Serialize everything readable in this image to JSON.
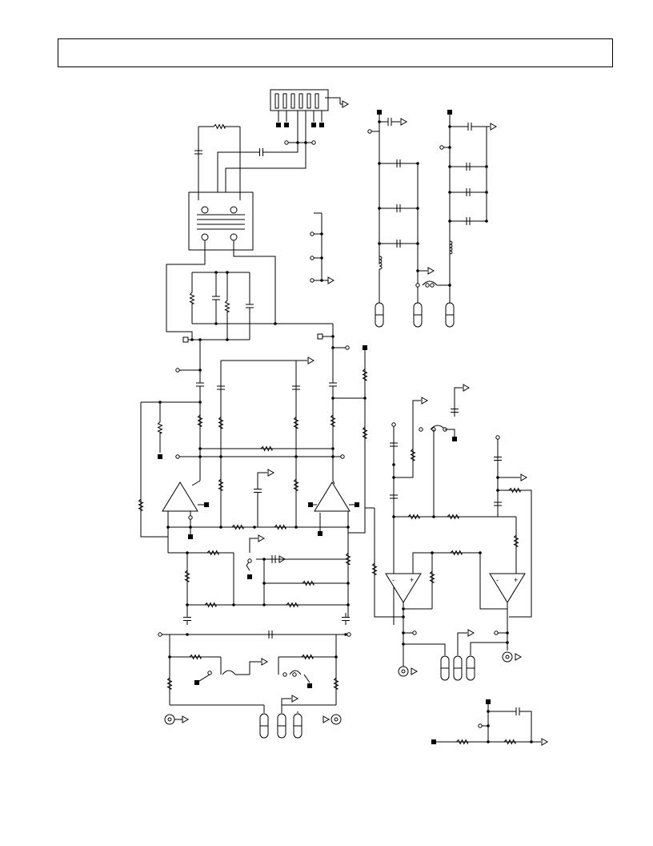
{
  "page": {
    "title": "",
    "background": "#ffffff",
    "ink": "#000000"
  },
  "schematic": {
    "type": "electrical-circuit-schematic",
    "sections": [
      "transformer-coupled-input",
      "dual-op-amp-stage",
      "op-amp-output-stage",
      "power-supply-decoupling",
      "bias-network"
    ],
    "amplifiers": [
      {
        "id": "op-amp-left",
        "pins": [
          "",
          ""
        ]
      },
      {
        "id": "op-amp-right",
        "pins": [
          "",
          ""
        ]
      },
      {
        "id": "op-amp-lower-left",
        "pins": [
          "-",
          "+"
        ]
      },
      {
        "id": "op-amp-lower-right",
        "pins": [
          "-",
          "+"
        ]
      }
    ],
    "connectors": {
      "jacks": 4,
      "plugs": 9,
      "header_pins": 6
    }
  }
}
